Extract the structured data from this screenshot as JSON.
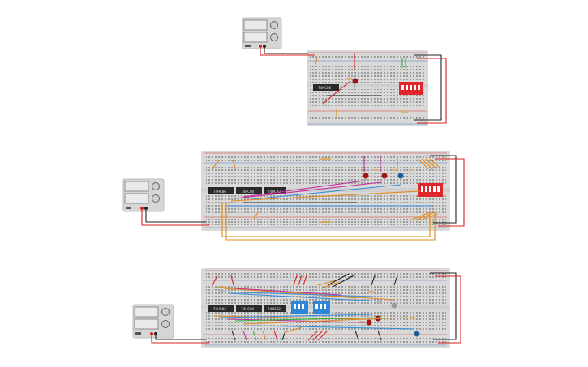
{
  "canvas": {
    "background": "#ffffff",
    "colors": {
      "board": "#d9d9d9",
      "board_strip": "#cfcfcf",
      "hole": "#5a5a5a",
      "rail_red": "#d33a2c",
      "rail_blue": "#5a7fbf",
      "wire_red": "#d92020",
      "wire_black": "#222222",
      "wire_orange": "#e08a1e",
      "wire_magenta": "#c0309c",
      "wire_blue": "#3a8fd8",
      "wire_green": "#3cae3c",
      "chip": "#2a2a2a",
      "dip_red": "#e0262a",
      "dip_blue": "#2f86d6",
      "led_red": "#a31515",
      "led_blue": "#1d5e9a",
      "led_gray": "#9a9a9a",
      "resistor": "#d8b27a",
      "psu_body": "#d6d6d6",
      "psu_screen": "#eaeaea"
    }
  },
  "circuits": [
    {
      "name": "circuit-top",
      "chips": [
        {
          "label": "74HC08"
        }
      ],
      "dip_switch_color": "red",
      "leds": [
        "red"
      ]
    },
    {
      "name": "circuit-middle",
      "chips": [
        {
          "label": "74HC86"
        },
        {
          "label": "74HC08"
        },
        {
          "label": "74HC32"
        }
      ],
      "dip_switch_color": "red",
      "leds": [
        "red",
        "red",
        "blue"
      ]
    },
    {
      "name": "circuit-bottom",
      "chips": [
        {
          "label": "74HC86"
        },
        {
          "label": "74HC08"
        },
        {
          "label": "74HC32"
        }
      ],
      "dip_switch_color": "blue",
      "leds": [
        "gray",
        "red",
        "red",
        "blue"
      ]
    }
  ]
}
